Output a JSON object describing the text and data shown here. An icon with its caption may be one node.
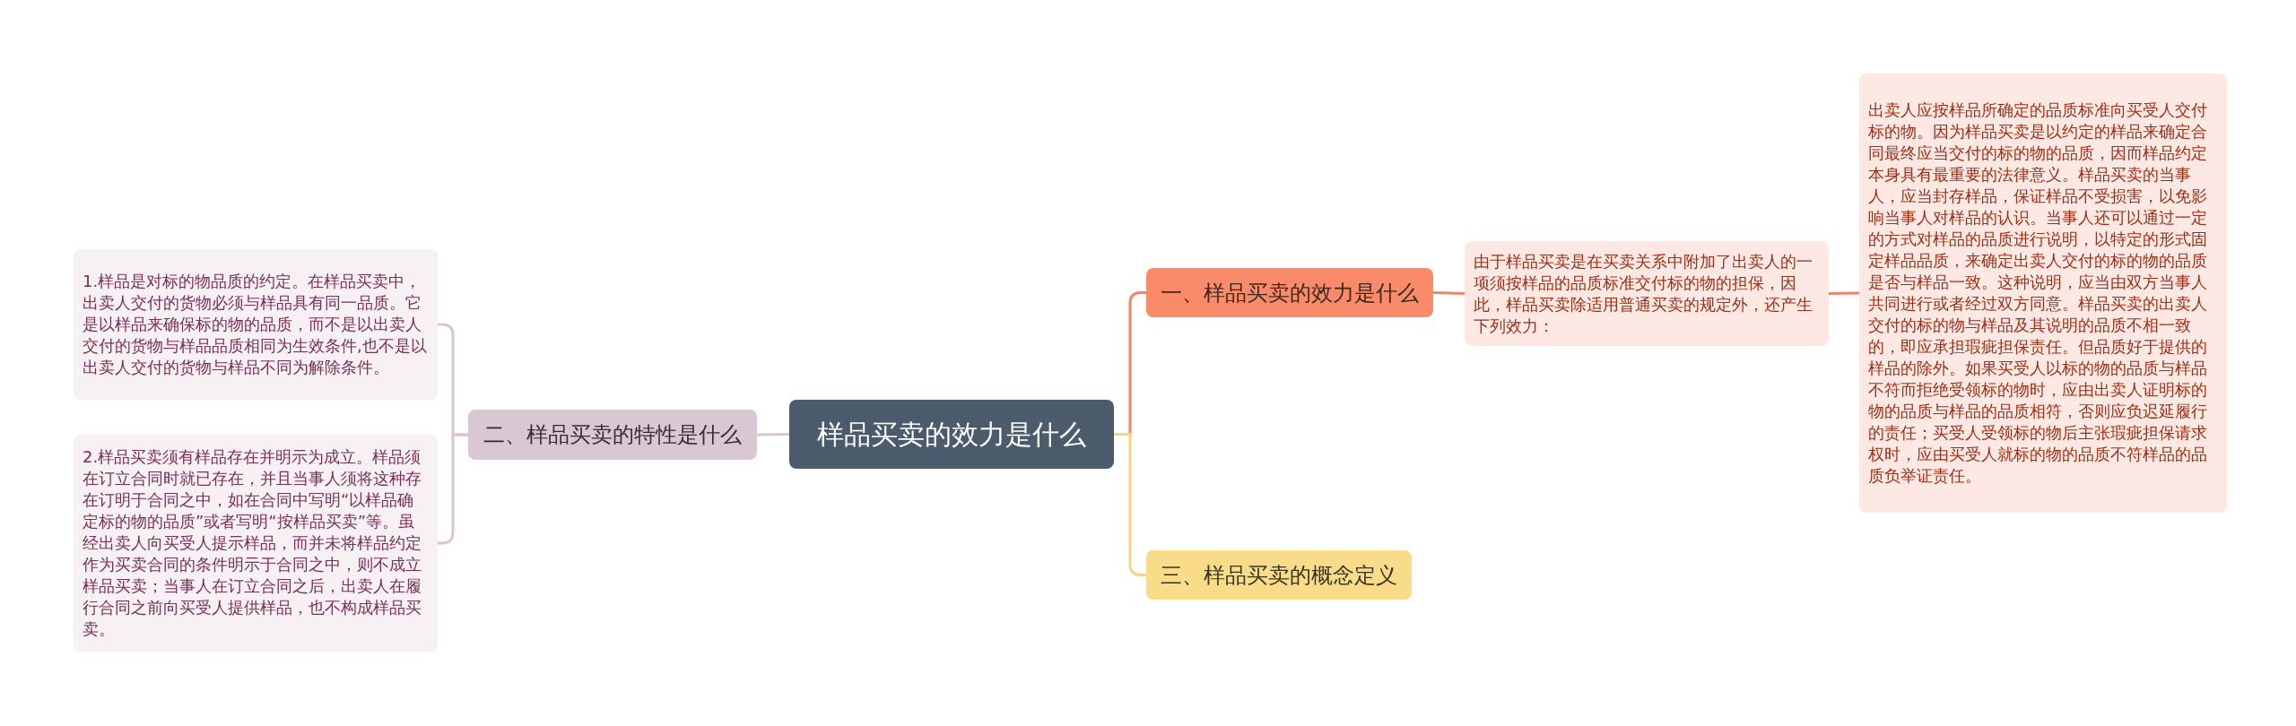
{
  "diagram": {
    "nodes": [
      {
        "text": [
          "样品买卖的效力是什么"
        ]
      },
      {
        "text": [
          "一、样品买卖的效力是什么"
        ]
      },
      {
        "text": [
          "由于样品买卖是在买卖关系中附加了出卖人的一项须按样品的品质标准交付标的物的担保，因此，样品买卖除适用普通买卖的规定外，还产生下列效力："
        ]
      },
      {
        "text": [
          "出卖人应按样品所确定的品质标准向买受人交付标的物。因为样品买卖是以约定的样品来确定合同最终应当交付的标的物的品质，因而样品约定本身具有最重要的法律意义。样品买卖的当事人，应当封存样品，保证样品不受损害，以免影响当事人对样品的认识。当事人还可以通过一定的方式对样品的品质进行说明，以特定的形式固定样品品质，来确定出卖人交付的标的物的品质是否与样品一致。这种说明，应当由双方当事人共同进行或者经过双方同意。样品买卖的出卖人交付的标的物与样品及其说明的品质不相一致的，即应承担瑕疵担保责任。但品质好于提供的样品的除外。如果买受人以标的物的品质与样品不符而拒绝受领标的物时，应由出卖人证明标的物的品质与样品的品质相符，否则应负迟延履行的责任；买受人受领标的物后主张瑕疵担保请求权时，应由买受人就标的物的品质不符样品的品质负举证责任。"
        ]
      },
      {
        "text": [
          "三、样品买卖的概念定义"
        ]
      },
      {
        "text": [
          "二、样品买卖的特性是什么"
        ]
      },
      {
        "text": [
          "1.样品是对标的物品质的约定。在样品买卖中，出卖人交付的货物必须与样品具有同一品质。它是以样品来确保标的物的品质，而不是以出卖人交付的货物与样品品质相同为生效条件,也不是以出卖人交付的货物与样品不同为解除条件。"
        ]
      },
      {
        "text": [
          "2.样品买卖须有样品存在并明示为成立。样品须在订立合同时就已存在，并且当事人须将这种存在订明于合同之中，如在合同中写明“以样品确定标的物的品质”或者写明“按样品买卖”等。虽经出卖人向买受人提示样品，而并未将样品约定作为买卖合同的条件明示于合同之中，则不成立样品买卖；当事人在订立合同之后，出卖人在履行合同之前向买受人提供样品，也不构成样品买卖。"
        ]
      }
    ],
    "edges": [
      {
        "from": 0,
        "to": 1,
        "arrow": "none",
        "color": "#f08466"
      },
      {
        "from": 1,
        "to": 2,
        "arrow": "none",
        "color": "#f08466"
      },
      {
        "from": 2,
        "to": 3,
        "arrow": "none",
        "color": "#f08466"
      },
      {
        "from": 0,
        "to": 4,
        "arrow": "none",
        "color": "#f3d77e"
      },
      {
        "from": 0,
        "to": 5,
        "arrow": "none",
        "color": "#d9c3cf"
      },
      {
        "from": 5,
        "to": 6,
        "arrow": "none",
        "color": "#d9c3cf"
      },
      {
        "from": 5,
        "to": 7,
        "arrow": "none",
        "color": "#d9c3cf"
      }
    ]
  }
}
